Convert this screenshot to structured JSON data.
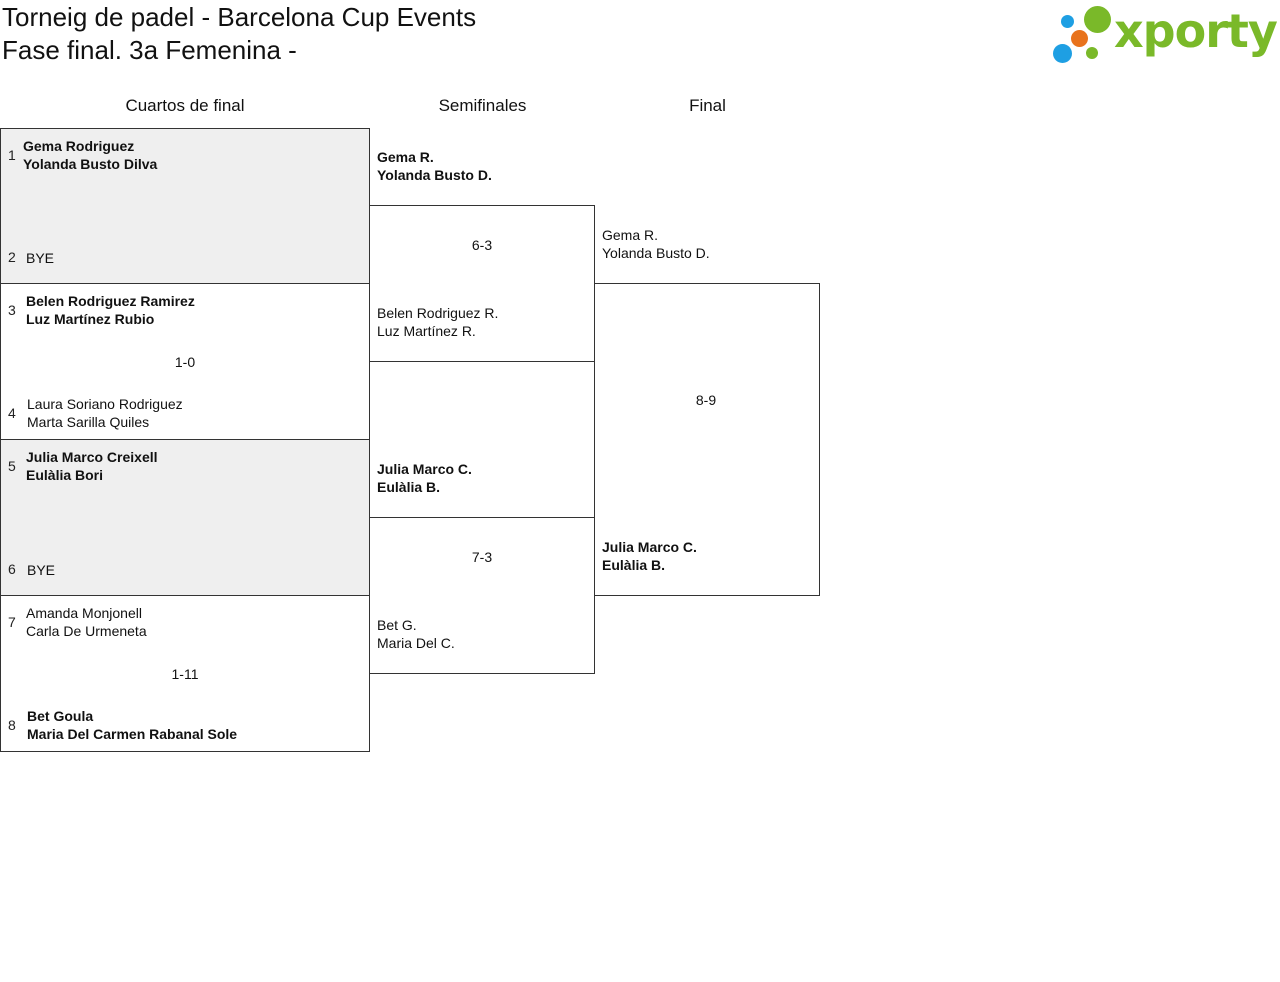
{
  "title": {
    "line1": "Torneig de padel - Barcelona Cup Events",
    "line2": "Fase final. 3a Femenina -"
  },
  "logo": {
    "text": "xporty",
    "colors": {
      "green": "#7ab929",
      "blue": "#1e9fe3",
      "orange": "#e8731d"
    }
  },
  "rounds": {
    "quarterfinals": "Cuartos de final",
    "semifinals": "Semifinales",
    "final": "Final"
  },
  "quarterfinals": [
    {
      "top": {
        "seed": "1",
        "players": [
          "Gema Rodriguez",
          "Yolanda Busto Dilva"
        ],
        "winner": true
      },
      "bottom": {
        "seed": "2",
        "players": [
          "BYE"
        ],
        "winner": false
      },
      "score": "",
      "bye": true
    },
    {
      "top": {
        "seed": "3",
        "players": [
          "Belen Rodriguez Ramirez",
          "Luz Martínez Rubio"
        ],
        "winner": true
      },
      "bottom": {
        "seed": "4",
        "players": [
          "Laura Soriano Rodriguez",
          "Marta Sarilla Quiles"
        ],
        "winner": false
      },
      "score": "1-0",
      "bye": false
    },
    {
      "top": {
        "seed": "5",
        "players": [
          "Julia Marco Creixell",
          "Eulàlia Bori"
        ],
        "winner": true
      },
      "bottom": {
        "seed": "6",
        "players": [
          "BYE"
        ],
        "winner": false
      },
      "score": "",
      "bye": true
    },
    {
      "top": {
        "seed": "7",
        "players": [
          "Amanda Monjonell",
          "Carla De Urmeneta"
        ],
        "winner": false
      },
      "bottom": {
        "seed": "8",
        "players": [
          "Bet Goula",
          "Maria Del Carmen Rabanal Sole"
        ],
        "winner": true
      },
      "score": "1-11",
      "bye": false
    }
  ],
  "semifinals": [
    {
      "top": {
        "players": [
          "Gema R.",
          "Yolanda Busto D."
        ],
        "winner": true
      },
      "bottom": {
        "players": [
          "Belen Rodriguez R.",
          "Luz Martínez R."
        ],
        "winner": false
      },
      "score": "6-3"
    },
    {
      "top": {
        "players": [
          "Julia Marco C.",
          "Eulàlia B."
        ],
        "winner": true
      },
      "bottom": {
        "players": [
          "Bet G.",
          "Maria Del C."
        ],
        "winner": false
      },
      "score": "7-3"
    }
  ],
  "final": {
    "top": {
      "players": [
        "Gema R.",
        "Yolanda Busto D."
      ],
      "winner": false
    },
    "bottom": {
      "players": [
        "Julia Marco C.",
        "Eulàlia B."
      ],
      "winner": true
    },
    "score": "8-9"
  }
}
